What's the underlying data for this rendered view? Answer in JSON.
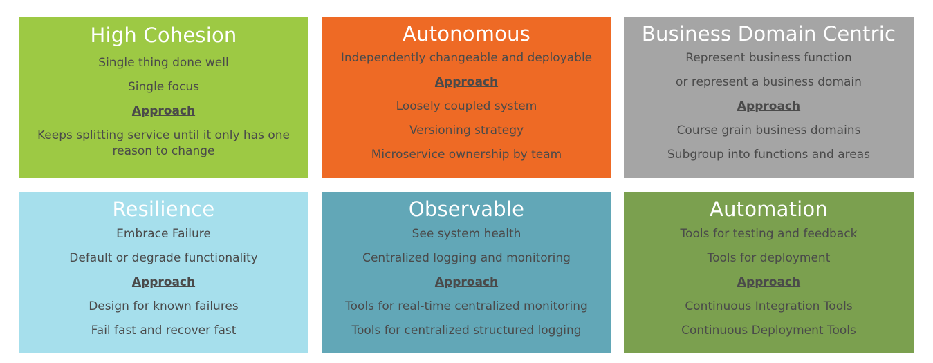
{
  "cards": [
    {
      "title": "High Cohesion",
      "color": "#9dc944",
      "lines": [
        "Single thing done well",
        "Single focus",
        "Approach",
        "Keeps splitting service until it only has one reason to change"
      ]
    },
    {
      "title": "Autonomous",
      "color": "#ee6a25",
      "lines": [
        "Independently changeable and deployable",
        "Approach",
        "Loosely coupled system",
        "Versioning strategy",
        "Microservice ownership by team"
      ]
    },
    {
      "title": "Business Domain Centric",
      "color": "#a5a5a5",
      "lines": [
        "Represent business function",
        "or represent a business domain",
        "Approach",
        "Course grain business domains",
        "Subgroup into functions and areas"
      ]
    },
    {
      "title": "Resilience",
      "color": "#a6dfec",
      "lines": [
        "Embrace Failure",
        "Default or degrade functionality",
        "Approach",
        "Design for known failures",
        "Fail fast and recover fast"
      ]
    },
    {
      "title": "Observable",
      "color": "#62a7b7",
      "lines": [
        "See system health",
        "Centralized logging and monitoring",
        "Approach",
        "Tools for real-time centralized monitoring",
        "Tools for centralized structured logging"
      ]
    },
    {
      "title": "Automation",
      "color": "#7ba04f",
      "lines": [
        "Tools for testing and feedback",
        "Tools for deployment",
        "Approach",
        "Continuous Integration Tools",
        "Continuous Deployment Tools"
      ]
    }
  ]
}
